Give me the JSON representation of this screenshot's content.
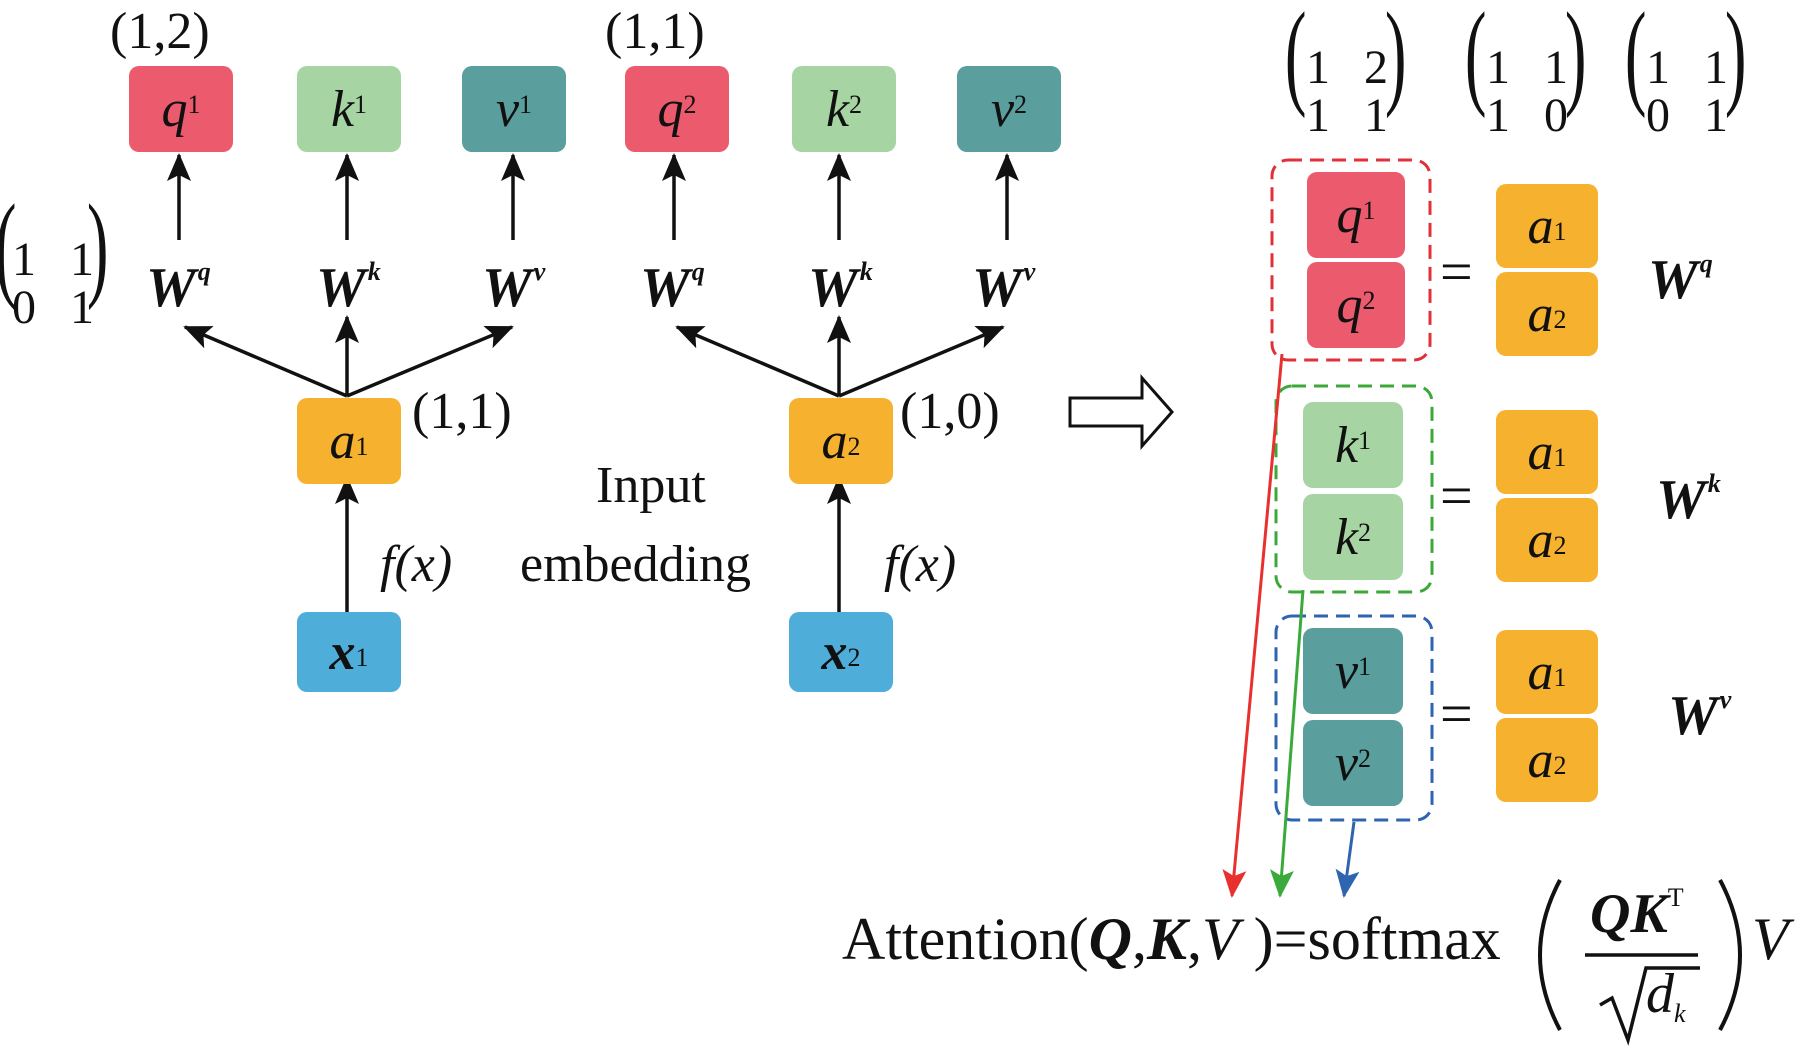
{
  "left": {
    "token1": {
      "coord_q": "(1,2)",
      "coord_a": "(1,1)",
      "q": {
        "base": "q",
        "sup": "1"
      },
      "k": {
        "base": "k",
        "sup": "1"
      },
      "v": {
        "base": "v",
        "sup": "1"
      },
      "a": {
        "base": "a",
        "sub": "1"
      },
      "x": {
        "base": "x",
        "sub": "1"
      },
      "fx": "f(x)"
    },
    "token2": {
      "coord_q": "(1,1)",
      "coord_a": "(1,0)",
      "q": {
        "base": "q",
        "sup": "2"
      },
      "k": {
        "base": "k",
        "sup": "2"
      },
      "v": {
        "base": "v",
        "sup": "2"
      },
      "a": {
        "base": "a",
        "sub": "2"
      },
      "x": {
        "base": "x",
        "sub": "2"
      },
      "fx": "f(x)"
    },
    "weights": {
      "Wq_base": "W",
      "Wq_sup": "q",
      "Wk_base": "W",
      "Wk_sup": "k",
      "Wv_base": "W",
      "Wv_sup": "v"
    },
    "wq_matrix": {
      "r1": "1 1",
      "r2": "0 1"
    },
    "input_label_1": "Input",
    "input_label_2": "embedding"
  },
  "right": {
    "matrices": [
      {
        "r1": "1 2",
        "r2": "1 1"
      },
      {
        "r1": "1 1",
        "r2": "1 0"
      },
      {
        "r1": "1 1",
        "r2": "0 1"
      }
    ],
    "eq_sign": "=",
    "groups": [
      {
        "top": {
          "base": "q",
          "sup": "1"
        },
        "bottom": {
          "base": "q",
          "sup": "2"
        },
        "w_base": "W",
        "w_sup": "q",
        "border": "#e0303a"
      },
      {
        "top": {
          "base": "k",
          "sup": "1"
        },
        "bottom": {
          "base": "k",
          "sup": "2"
        },
        "w_base": "W",
        "w_sup": "k",
        "border": "#3da83a"
      },
      {
        "top": {
          "base": "v",
          "sup": "1"
        },
        "bottom": {
          "base": "v",
          "sup": "2"
        },
        "w_base": "W",
        "w_sup": "v",
        "border": "#2f64b0"
      }
    ],
    "a_top": {
      "base": "a",
      "sub": "1"
    },
    "a_bottom": {
      "base": "a",
      "sub": "2"
    }
  },
  "formula": {
    "attention": "Attention(",
    "Q": "Q",
    "comma1": ",",
    "K": "K",
    "comma2": ",",
    "V": "V",
    "close": " )=softmax",
    "num_Q": "QK",
    "num_T": "T",
    "den_d": "d",
    "den_k": "k",
    "tail_V": "V"
  },
  "colors": {
    "q": "#ec5a6e",
    "k": "#a6d5a3",
    "v": "#5a9e9d",
    "a": "#f6b12f",
    "x": "#4fadda",
    "red_arrow": "#e8302e",
    "green_arrow": "#3aaa3a",
    "blue_arrow": "#2f64b0"
  }
}
